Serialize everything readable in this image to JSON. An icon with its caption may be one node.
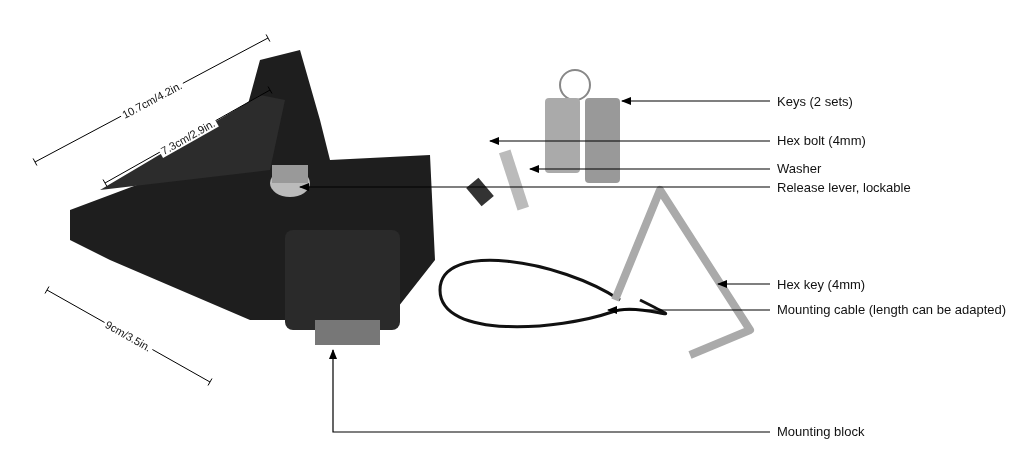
{
  "diagram": {
    "nodes": [
      {
        "text": [
          "Keys (2 sets)"
        ]
      },
      {
        "text": [
          "Hex bolt (4mm)"
        ]
      },
      {
        "text": [
          "Washer"
        ]
      },
      {
        "text": [
          "Release lever, lockable"
        ]
      },
      {
        "text": [
          "Hex key (4mm)"
        ]
      },
      {
        "text": [
          "Mounting cable (length can be adapted)"
        ]
      },
      {
        "text": [
          "Mounting block"
        ]
      }
    ],
    "edges": [
      {
        "from": 0,
        "to": null,
        "arrow": "to"
      },
      {
        "from": 1,
        "to": null,
        "arrow": "to"
      },
      {
        "from": 2,
        "to": null,
        "arrow": "to"
      },
      {
        "from": 3,
        "to": null,
        "arrow": "to"
      },
      {
        "from": 4,
        "to": null,
        "arrow": "to"
      },
      {
        "from": 5,
        "to": null,
        "arrow": "to"
      },
      {
        "from": 6,
        "to": null,
        "arrow": "to"
      }
    ],
    "labels": [
      "10.7cm/4.2in.",
      "7.3cm/2.9in.",
      "9cm/3.5in."
    ]
  }
}
